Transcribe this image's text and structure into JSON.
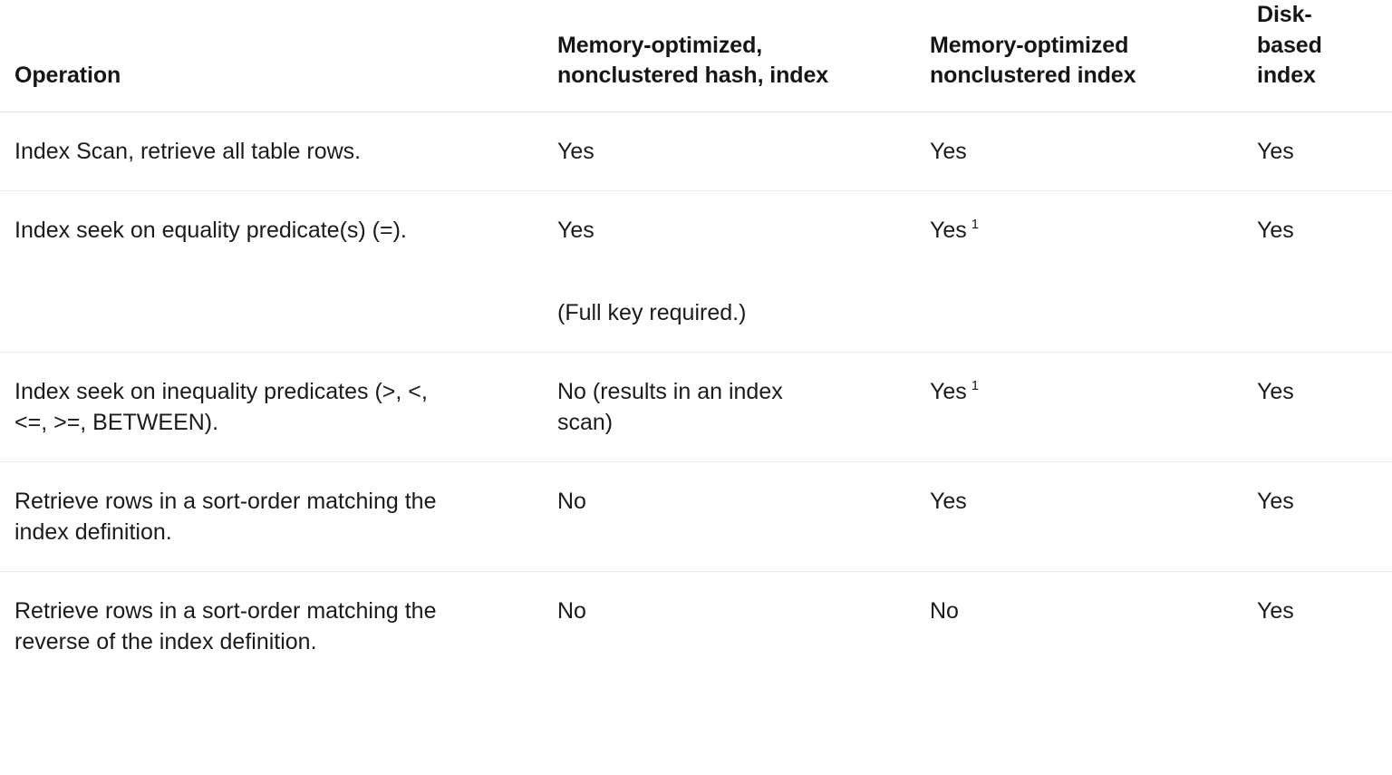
{
  "table": {
    "name": "index-operation-support-comparison",
    "columns": [
      {
        "key": "operation",
        "label": "Operation"
      },
      {
        "key": "hash",
        "label_line1": "Memory-optimized,",
        "label_line2": "nonclustered hash, index"
      },
      {
        "key": "nonclustered",
        "label_line1": "Memory-optimized",
        "label_line2": "nonclustered index"
      },
      {
        "key": "disk",
        "label_line1": "Disk-",
        "label_line2": "based",
        "label_line3": "index"
      }
    ],
    "rows": [
      {
        "operation_line1": "Index Scan, retrieve all table rows.",
        "operation_line2": "",
        "hash_line1": "Yes",
        "hash_line2": "",
        "hash_note": "",
        "nonclustered": "Yes",
        "nonclustered_footnote": "",
        "disk": "Yes"
      },
      {
        "operation_line1": "Index seek on equality predicate(s) (=).",
        "operation_line2": "",
        "hash_line1": "Yes",
        "hash_line2": "",
        "hash_note": "(Full key required.)",
        "nonclustered": "Yes",
        "nonclustered_footnote": "1",
        "disk": "Yes"
      },
      {
        "operation_line1": "Index seek on inequality predicates (>, <,",
        "operation_line2": "<=, >=, BETWEEN).",
        "hash_line1": "No (results in an index",
        "hash_line2": "scan)",
        "hash_note": "",
        "nonclustered": "Yes",
        "nonclustered_footnote": "1",
        "disk": "Yes"
      },
      {
        "operation_line1": "Retrieve rows in a sort-order matching the",
        "operation_line2": "index definition.",
        "hash_line1": "No",
        "hash_line2": "",
        "hash_note": "",
        "nonclustered": "Yes",
        "nonclustered_footnote": "",
        "disk": "Yes"
      },
      {
        "operation_line1": "Retrieve rows in a sort-order matching the",
        "operation_line2": "reverse of the index definition.",
        "hash_line1": "No",
        "hash_line2": "",
        "hash_note": "",
        "nonclustered": "No",
        "nonclustered_footnote": "",
        "disk": "Yes"
      }
    ]
  },
  "colors": {
    "page_background": "#ffffff",
    "header_text": "#161616",
    "body_text": "#1b1b1b",
    "header_rule": "#e3e3e3",
    "row_rule": "#ececec"
  }
}
